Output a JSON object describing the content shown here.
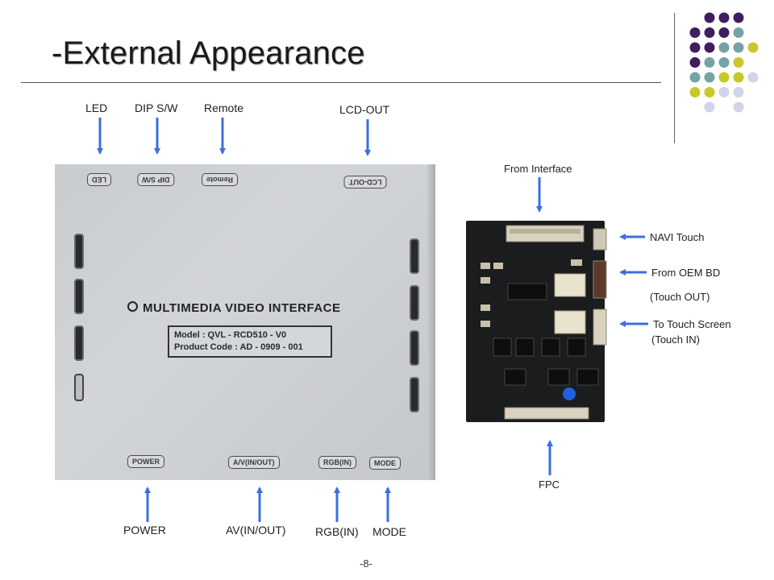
{
  "slide": {
    "title": "-External Appearance",
    "page_number": "-8-"
  },
  "top_labels": {
    "led": "LED",
    "dip_sw": "DIP S/W",
    "remote": "Remote",
    "lcd_out": "LCD-OUT"
  },
  "bottom_labels": {
    "power": "POWER",
    "av": "AV(IN/OUT)",
    "rgb": "RGB(IN)",
    "mode": "MODE"
  },
  "board_labels": {
    "from_interface": "From Interface",
    "navi_touch": "NAVI Touch",
    "from_oem": "From OEM BD",
    "touch_out": "(Touch OUT)",
    "to_touch_screen": "To Touch Screen",
    "touch_in": "(Touch IN)",
    "fpc": "FPC"
  },
  "device": {
    "port_led": "LED",
    "port_dip": "DIP S/W",
    "port_remote": "Remote",
    "port_lcd": "LCD-OUT",
    "port_power": "POWER",
    "port_av": "A/V(IN/OUT)",
    "port_rgb": "RGB(IN)",
    "port_mode": "MODE",
    "brand": "MULTIMEDIA VIDEO INTERFACE",
    "model": "Model : QVL - RCD510 - V0",
    "product_code": "Product Code : AD - 0909 - 001"
  },
  "colors": {
    "arrow": "#3b6fe0",
    "dot_purple": "#3f1d5e",
    "dot_teal": "#74a3a6",
    "dot_lime": "#c8c82a",
    "dot_lavender": "#d3d3e9"
  }
}
